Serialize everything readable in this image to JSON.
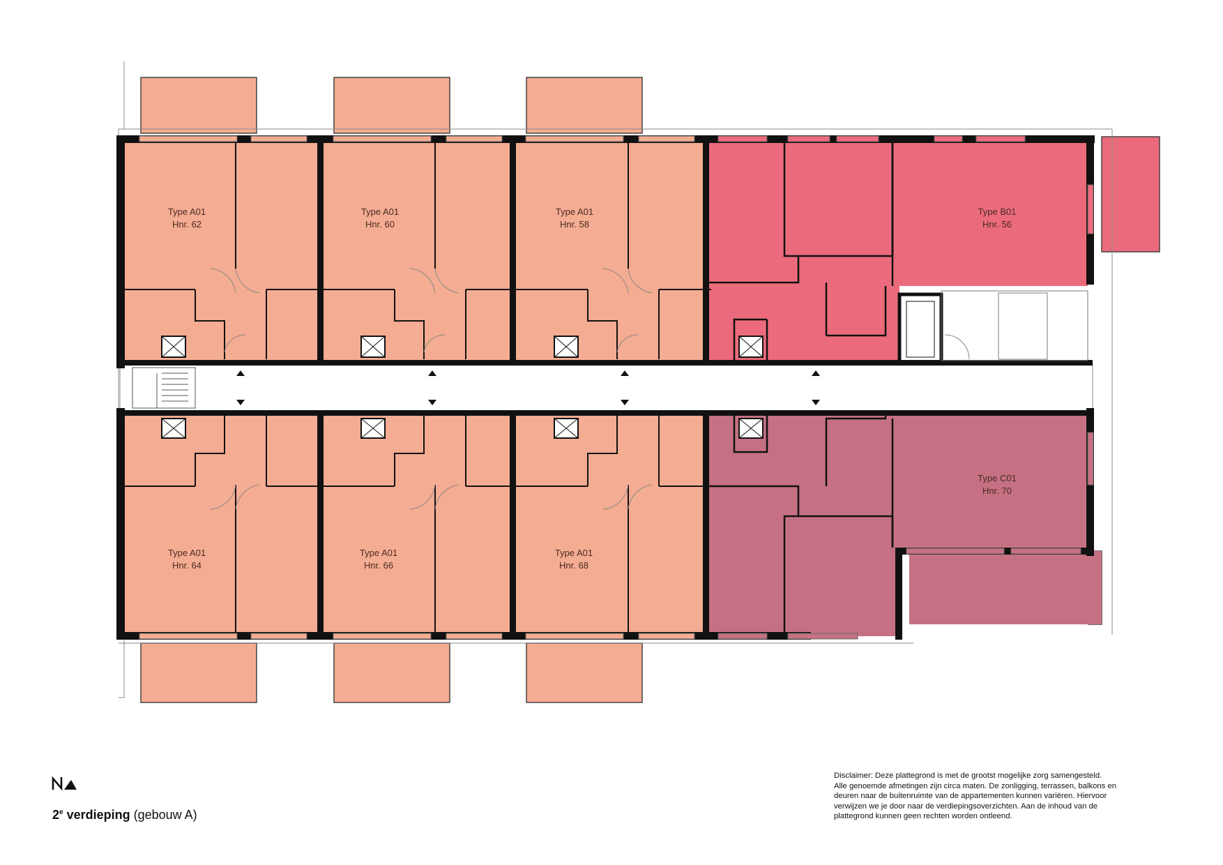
{
  "colors": {
    "type_a01": "#f4ac92",
    "type_b01": "#eb6b7c",
    "type_c01": "#c67183",
    "wall": "#111111",
    "corridor": "#ffffff"
  },
  "units": [
    {
      "type": "Type A01",
      "hnr": "Hnr. 62"
    },
    {
      "type": "Type A01",
      "hnr": "Hnr. 60"
    },
    {
      "type": "Type A01",
      "hnr": "Hnr. 58"
    },
    {
      "type": "Type B01",
      "hnr": "Hnr. 56"
    },
    {
      "type": "Type A01",
      "hnr": "Hnr. 64"
    },
    {
      "type": "Type A01",
      "hnr": "Hnr. 66"
    },
    {
      "type": "Type A01",
      "hnr": "Hnr. 68"
    },
    {
      "type": "Type C01",
      "hnr": "Hnr. 70"
    }
  ],
  "footer": {
    "floor_number": "2",
    "floor_sup": "e",
    "floor_word": " verdieping",
    "building": " (gebouw A)",
    "north_icon": "north-arrow-icon",
    "disclaimer_lines": [
      "Disclaimer: Deze plattegrond is met de grootst mogelijke zorg samengesteld.",
      "Alle genoemde afmetingen zijn circa maten. De zonligging, terrassen, balkons en",
      "deuren naar de buitenruimte van de appartementen kunnen variëren. Hiervoor",
      "verwijzen we je door naar de verdiepingsoverzichten. Aan de inhoud van de",
      "plattegrond kunnen geen rechten worden ontleend."
    ]
  }
}
